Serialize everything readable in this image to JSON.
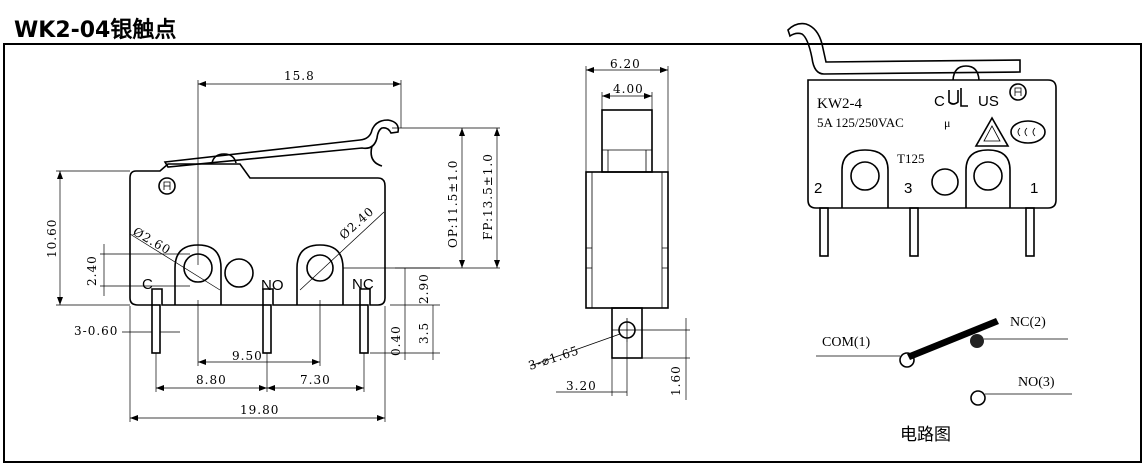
{
  "title": "WK2-04银触点",
  "side_view": {
    "dims": {
      "lever_len": "15.8",
      "height": "10.60",
      "hole_c": "Ø2.60",
      "hole_nc": "Ø2.40",
      "hole_offset": "2.40",
      "op": "OP:11.5±1.0",
      "fp": "FP:13.5±1.0",
      "pin_w": "3-0.60",
      "d_290": "2.90",
      "d_040": "0.40",
      "d_35": "3.5",
      "d_950": "9.50",
      "d_880": "8.80",
      "d_730": "7.30",
      "d_1980": "19.80"
    },
    "labels": {
      "c": "C",
      "no": "NO",
      "nc": "NC"
    }
  },
  "end_view": {
    "dims": {
      "width": "6.20",
      "actuator": "4.00",
      "hole": "3-⌀1.65",
      "pin_off": "3.20",
      "pin_len": "1.60"
    }
  },
  "front_view": {
    "model": "KW2-4",
    "rating": "5A 125/250VAC",
    "mu": "μ",
    "temp": "T125",
    "cert_c": "C",
    "cert_us": "US",
    "cert_ul": "UL",
    "cert_ccc": "CCC",
    "pins": {
      "p2": "2",
      "p3": "3",
      "p1": "1"
    }
  },
  "circuit": {
    "com": "COM(1)",
    "nc": "NC(2)",
    "no": "NO(3)",
    "caption": "电路图"
  }
}
